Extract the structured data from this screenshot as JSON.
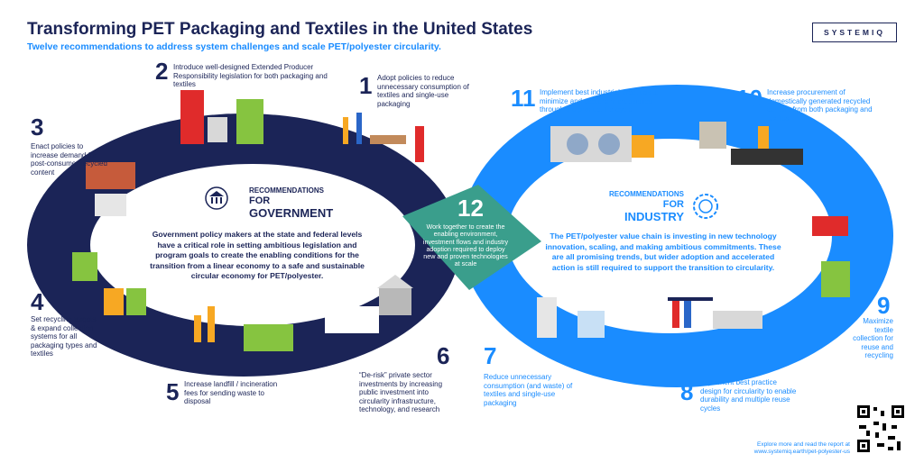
{
  "header": {
    "title": "Transforming PET Packaging and Textiles in the United States",
    "subtitle": "Twelve recommendations to address system challenges and scale PET/polyester circularity.",
    "logo": "SYSTEMIQ"
  },
  "government": {
    "heading_small": "RECOMMENDATIONS",
    "heading_for": "FOR",
    "heading_big": "GOVERNMENT",
    "body": "Government policy makers at the state and federal levels have a critical role in setting ambitious legislation and program goals to create the enabling conditions for the transition from a linear economy to a safe and sustainable circular economy for PET/polyester.",
    "icon": "government-building-icon"
  },
  "industry": {
    "heading_small": "RECOMMENDATIONS",
    "heading_for": "FOR",
    "heading_big": "INDUSTRY",
    "body": "The PET/polyester value chain is investing in new technology innovation, scaling, and making ambitious commitments. These are all promising trends, but wider adoption and accelerated action is still required to support the transition to circularity.",
    "icon": "gear-thumbs-up-icon"
  },
  "center": {
    "number": "12",
    "text": "Work together to create the enabling environment, investment flows and industry adoption required to deploy new and proven technologies at scale"
  },
  "recommendations": [
    {
      "number": "1",
      "text": "Adopt policies to reduce unnecessary consumption of textiles and single-use packaging"
    },
    {
      "number": "2",
      "text": "Introduce well-designed Extended Producer Responsibility legislation for both packaging and textiles"
    },
    {
      "number": "3",
      "text": "Enact policies to increase demand for post-consumer recycled content"
    },
    {
      "number": "4",
      "text": "Set recycling targets & expand collection systems for all packaging types and textiles"
    },
    {
      "number": "5",
      "text": "Increase landfill / incineration fees for sending waste to disposal"
    },
    {
      "number": "6",
      "text": "“De-risk” private sector investments by increasing public investment into circularity infrastructure, technology, and research"
    },
    {
      "number": "7",
      "text": "Reduce unnecessary consumption (and waste) of textiles and single-use packaging"
    },
    {
      "number": "8",
      "text": "Implement best practice design for circularity to enable durability and multiple reuse cycles"
    },
    {
      "number": "9",
      "text": "Maximize textile collection for reuse and recycling"
    },
    {
      "number": "10",
      "text": "Increase procurement of domestically generated recycled content from both packaging and textiles"
    },
    {
      "number": "11",
      "text": "Implement best industrial practices to minimize and capture microplastics through the product life-cycle"
    }
  ],
  "footer": {
    "line1": "Explore more and read the report at",
    "line2": "www.systemiq.earth/pet-polyester-us"
  },
  "colors": {
    "navy": "#1b2457",
    "blue": "#1a8cff",
    "teal": "#3a9e8c"
  }
}
